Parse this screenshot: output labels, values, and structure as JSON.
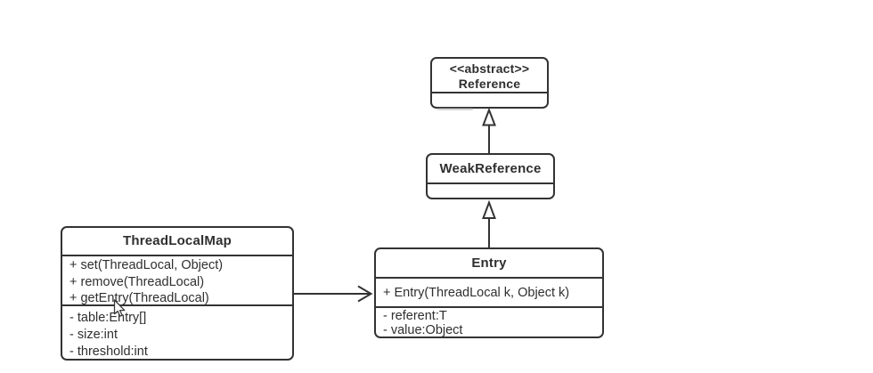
{
  "diagram": {
    "type": "uml-class-diagram",
    "colors": {
      "background": "#ffffff",
      "stroke": "#333333",
      "text": "#2f2f2f"
    },
    "classes": {
      "reference": {
        "stereotype": "<<abstract>>",
        "name": "Reference"
      },
      "weak_reference": {
        "name": "WeakReference"
      },
      "entry": {
        "name": "Entry",
        "methods": [
          "+ Entry(ThreadLocal k, Object k)"
        ],
        "attributes": [
          "- referent:T",
          "- value:Object"
        ]
      },
      "thread_local_map": {
        "name": "ThreadLocalMap",
        "methods": [
          "+ set(ThreadLocal, Object)",
          "+ remove(ThreadLocal)",
          "+ getEntry(ThreadLocal)"
        ],
        "attributes": [
          "- table:Entry[]",
          "- size:int",
          "- threshold:int"
        ]
      }
    },
    "relations": [
      {
        "type": "generalization",
        "from": "WeakReference",
        "to": "Reference"
      },
      {
        "type": "generalization",
        "from": "Entry",
        "to": "WeakReference"
      },
      {
        "type": "association",
        "from": "ThreadLocalMap",
        "to": "Entry"
      }
    ],
    "icons": {
      "cursor": "arrow-pointer-icon"
    }
  }
}
